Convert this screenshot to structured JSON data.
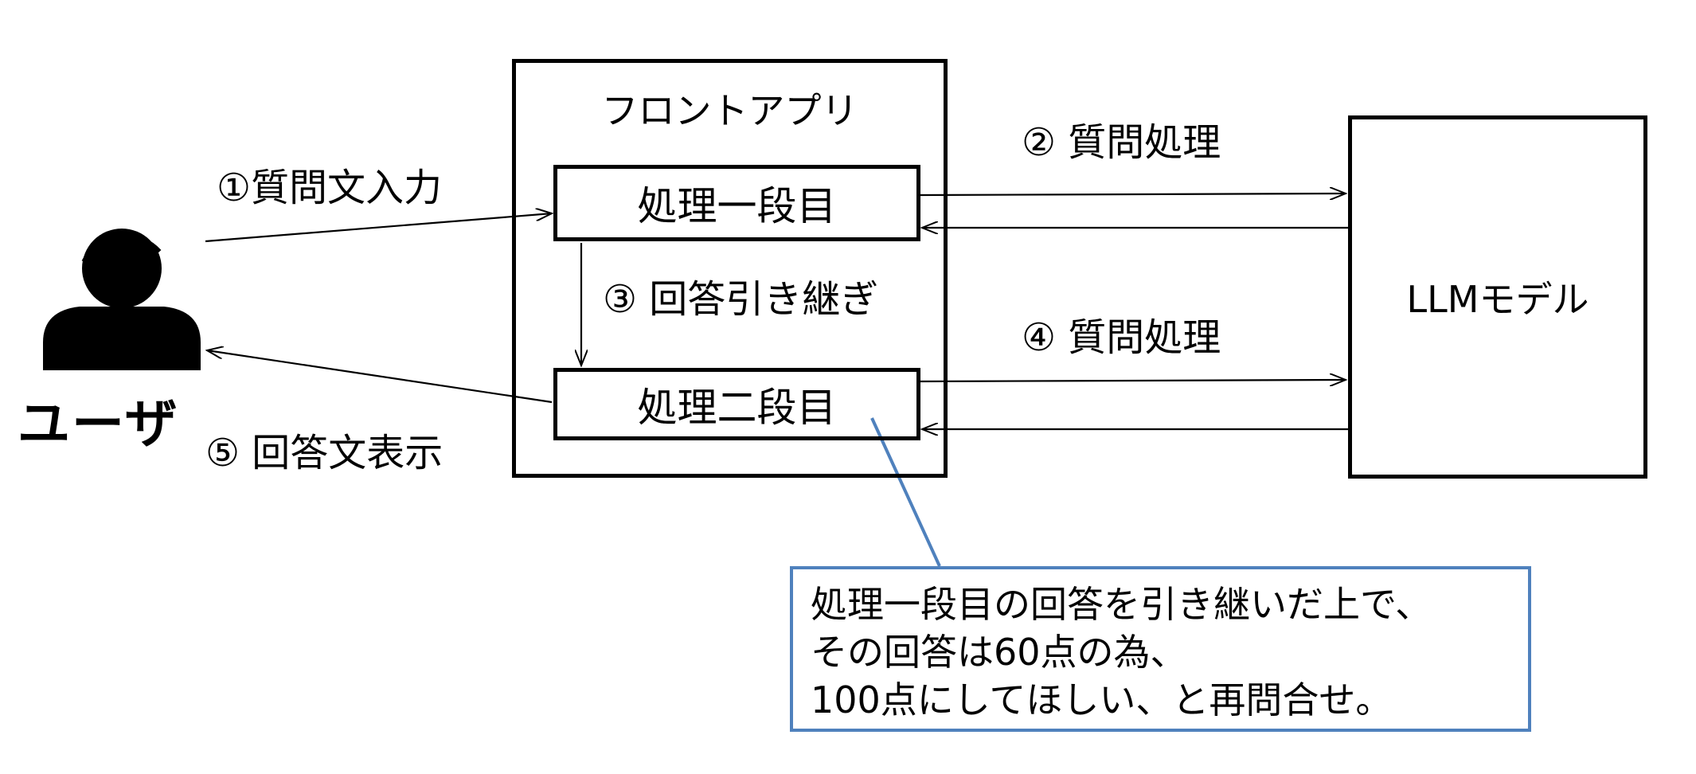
{
  "front_app": {
    "title": "フロントアプリ",
    "step1_box": "処理一段目",
    "step2_box": "処理二段目"
  },
  "llm": {
    "label": "LLMモデル"
  },
  "user": {
    "label": "ユーザ",
    "icon": "user-headset-icon"
  },
  "flow": {
    "step1": "①質問文入力",
    "step2": "② 質問処理",
    "step3": "③ 回答引き継ぎ",
    "step4": "④ 質問処理",
    "step5": "⑤ 回答文表示"
  },
  "note": {
    "lines": [
      "処理一段目の回答を引き継いだ上で、",
      "その回答は60点の為、",
      "100点にしてほしい、と再問合せ。"
    ]
  },
  "colors": {
    "line": "#000000",
    "callout_border": "#4f81bd",
    "background": "#ffffff"
  }
}
